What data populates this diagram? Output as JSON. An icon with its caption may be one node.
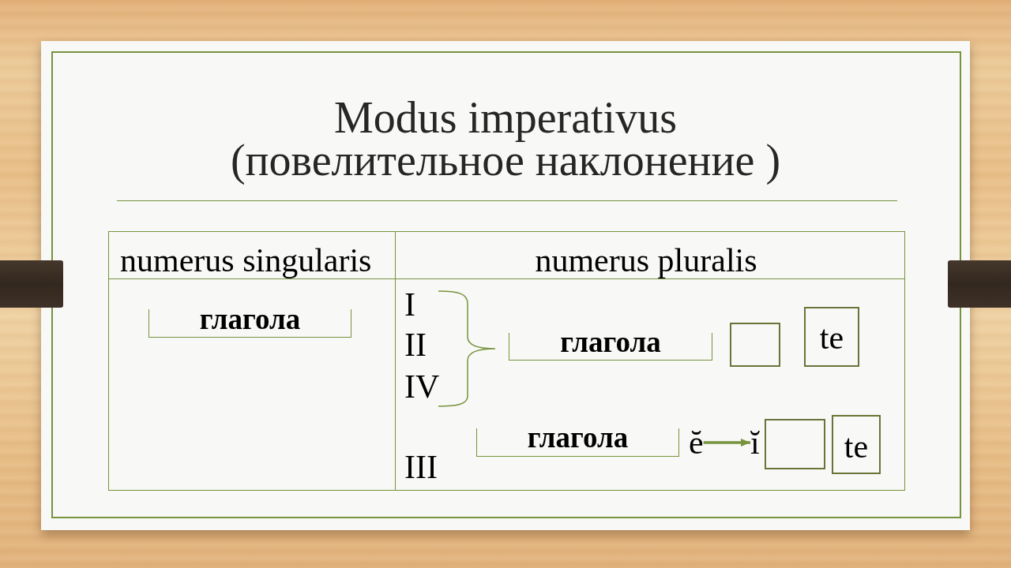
{
  "diagram": {
    "title": "Modus imperativus (повелительное наклонение )",
    "nodes": [
      {
        "text": [
          "глагола"
        ]
      },
      {
        "text": [
          "глагола"
        ]
      },
      {
        "text": [],
        "shape": "box"
      },
      {
        "text": [
          "te"
        ]
      },
      {
        "text": [
          "глагола"
        ]
      },
      {
        "text": [
          "ĕ"
        ]
      },
      {
        "text": [
          "ĭ"
        ]
      },
      {
        "text": [],
        "shape": "box"
      },
      {
        "text": [
          "te"
        ]
      }
    ],
    "edges": [
      {
        "from": 5,
        "to": 6,
        "arrow": "to"
      }
    ],
    "labels": [
      "numerus singularis",
      "numerus pluralis",
      "I",
      "II",
      "IV",
      "III"
    ]
  }
}
